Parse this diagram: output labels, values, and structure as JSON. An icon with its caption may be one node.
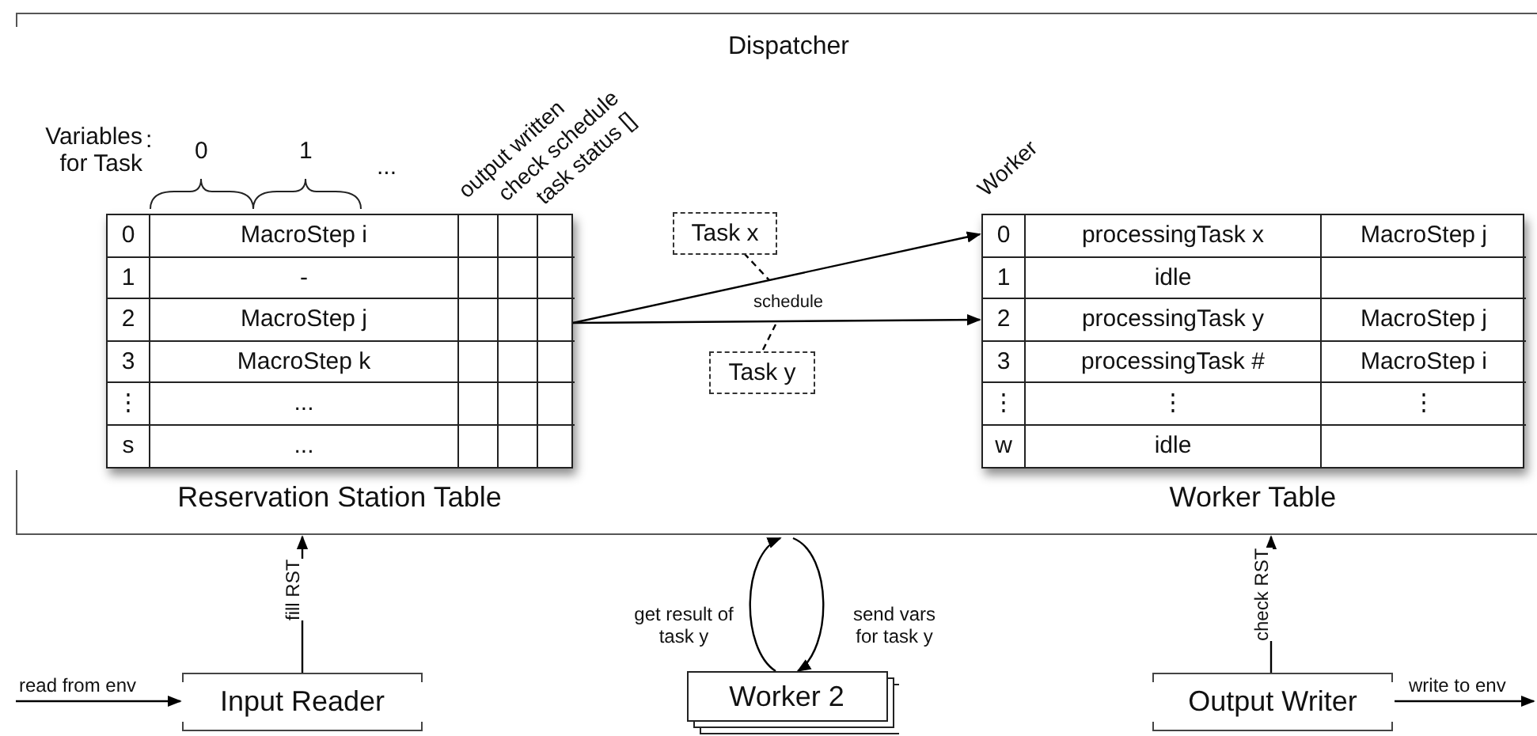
{
  "diagram": {
    "nodes": [
      {
        "text": [
          "Dispatcher"
        ]
      },
      {
        "text": [
          "Reservation Station Table",
          "0",
          "MacroStep i",
          "1",
          "-",
          "2",
          "MacroStep j",
          "3",
          "MacroStep k",
          "⋮",
          "...",
          "s",
          "..."
        ],
        "in": 0
      },
      {
        "text": [
          "Task x"
        ],
        "in": 0
      },
      {
        "text": [
          "Task y"
        ],
        "in": 0
      },
      {
        "text": [
          "Worker Table",
          "0",
          "processingTask x",
          "MacroStep j",
          "1",
          "idle",
          "2",
          "processingTask y",
          "MacroStep j",
          "3",
          "processingTask #",
          "MacroStep i",
          "⋮",
          "⋮",
          "⋮",
          "w",
          "idle"
        ],
        "in": 0
      },
      {
        "text": [
          "Input Reader"
        ]
      },
      {
        "text": [
          "Worker 2"
        ]
      },
      {
        "text": [
          "Output Writer"
        ]
      }
    ],
    "edges": [
      {
        "from": 1,
        "to": 4,
        "arrow": "to"
      },
      {
        "from": 1,
        "to": 4,
        "arrow": "to",
        "label": "schedule"
      },
      {
        "from": 2,
        "to": null,
        "arrow": "none",
        "style": "dashed"
      },
      {
        "from": 3,
        "to": null,
        "arrow": "none",
        "style": "dashed"
      },
      {
        "from": 5,
        "to": 0,
        "arrow": "to",
        "label": "fill RST"
      },
      {
        "from": null,
        "to": 5,
        "arrow": "to",
        "label": "read from env"
      },
      {
        "from": 6,
        "to": 0,
        "arrow": "to",
        "label": "get result of task y"
      },
      {
        "from": 0,
        "to": 6,
        "arrow": "to",
        "label": "send vars for task y"
      },
      {
        "from": 7,
        "to": 0,
        "arrow": "to",
        "label": "check RST"
      },
      {
        "from": 7,
        "to": null,
        "arrow": "to",
        "label": "write to env"
      }
    ],
    "labels": [
      "Variables for Task",
      ":",
      "0",
      "1",
      "...",
      "output written",
      "check schedule",
      "task status []",
      "Worker"
    ]
  }
}
